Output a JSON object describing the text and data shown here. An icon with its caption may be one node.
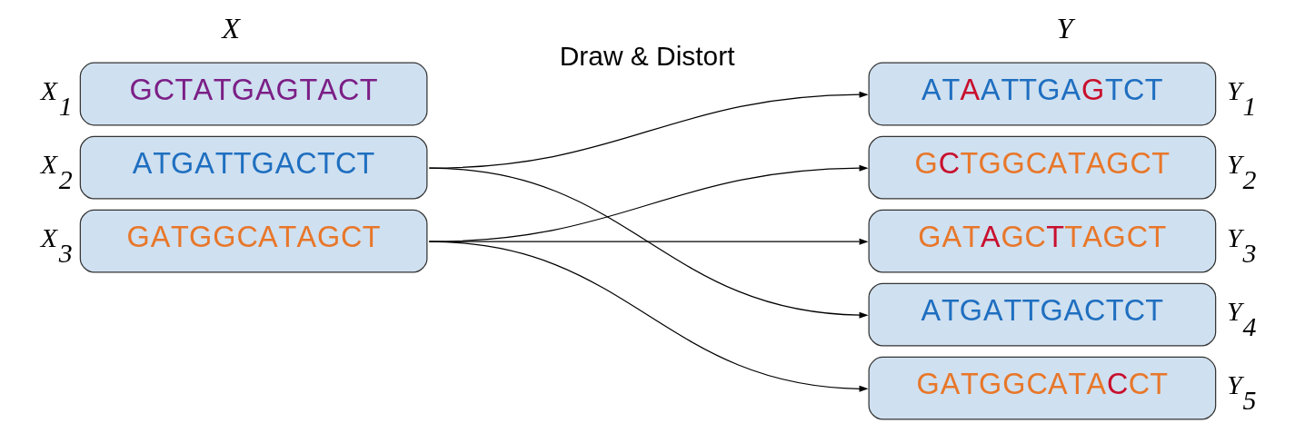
{
  "diagram": {
    "nodes": [
      {
        "text": [
          "GCTATGAGTACT"
        ],
        "beside": [
          "X$_{1}$"
        ]
      },
      {
        "text": [
          "ATGATTGACTCT"
        ],
        "beside": [
          "X$_{2}$"
        ]
      },
      {
        "text": [
          "GATGGCATAGCT"
        ],
        "beside": [
          "X$_{3}$"
        ]
      },
      {
        "text": [
          "ATAATTGAGTCT"
        ],
        "beside": [
          "Y$_{1}$"
        ]
      },
      {
        "text": [
          "GCTGGCATAGCT"
        ],
        "beside": [
          "Y$_{2}$"
        ]
      },
      {
        "text": [
          "GATAGCTTAGCT"
        ],
        "beside": [
          "Y$_{3}$"
        ]
      },
      {
        "text": [
          "ATGATTGACTCT"
        ],
        "beside": [
          "Y$_{4}$"
        ]
      },
      {
        "text": [
          "GATGGCATACCT"
        ],
        "beside": [
          "Y$_{5}$"
        ]
      }
    ],
    "edges": [
      {
        "from": 1,
        "to": 3,
        "arrow": "to"
      },
      {
        "from": 1,
        "to": 6,
        "arrow": "to"
      },
      {
        "from": 2,
        "to": 4,
        "arrow": "to"
      },
      {
        "from": 2,
        "to": 5,
        "arrow": "to"
      },
      {
        "from": 2,
        "to": 7,
        "arrow": "to"
      }
    ],
    "labels": [
      "X",
      "Draw & Distort",
      "Y"
    ]
  }
}
